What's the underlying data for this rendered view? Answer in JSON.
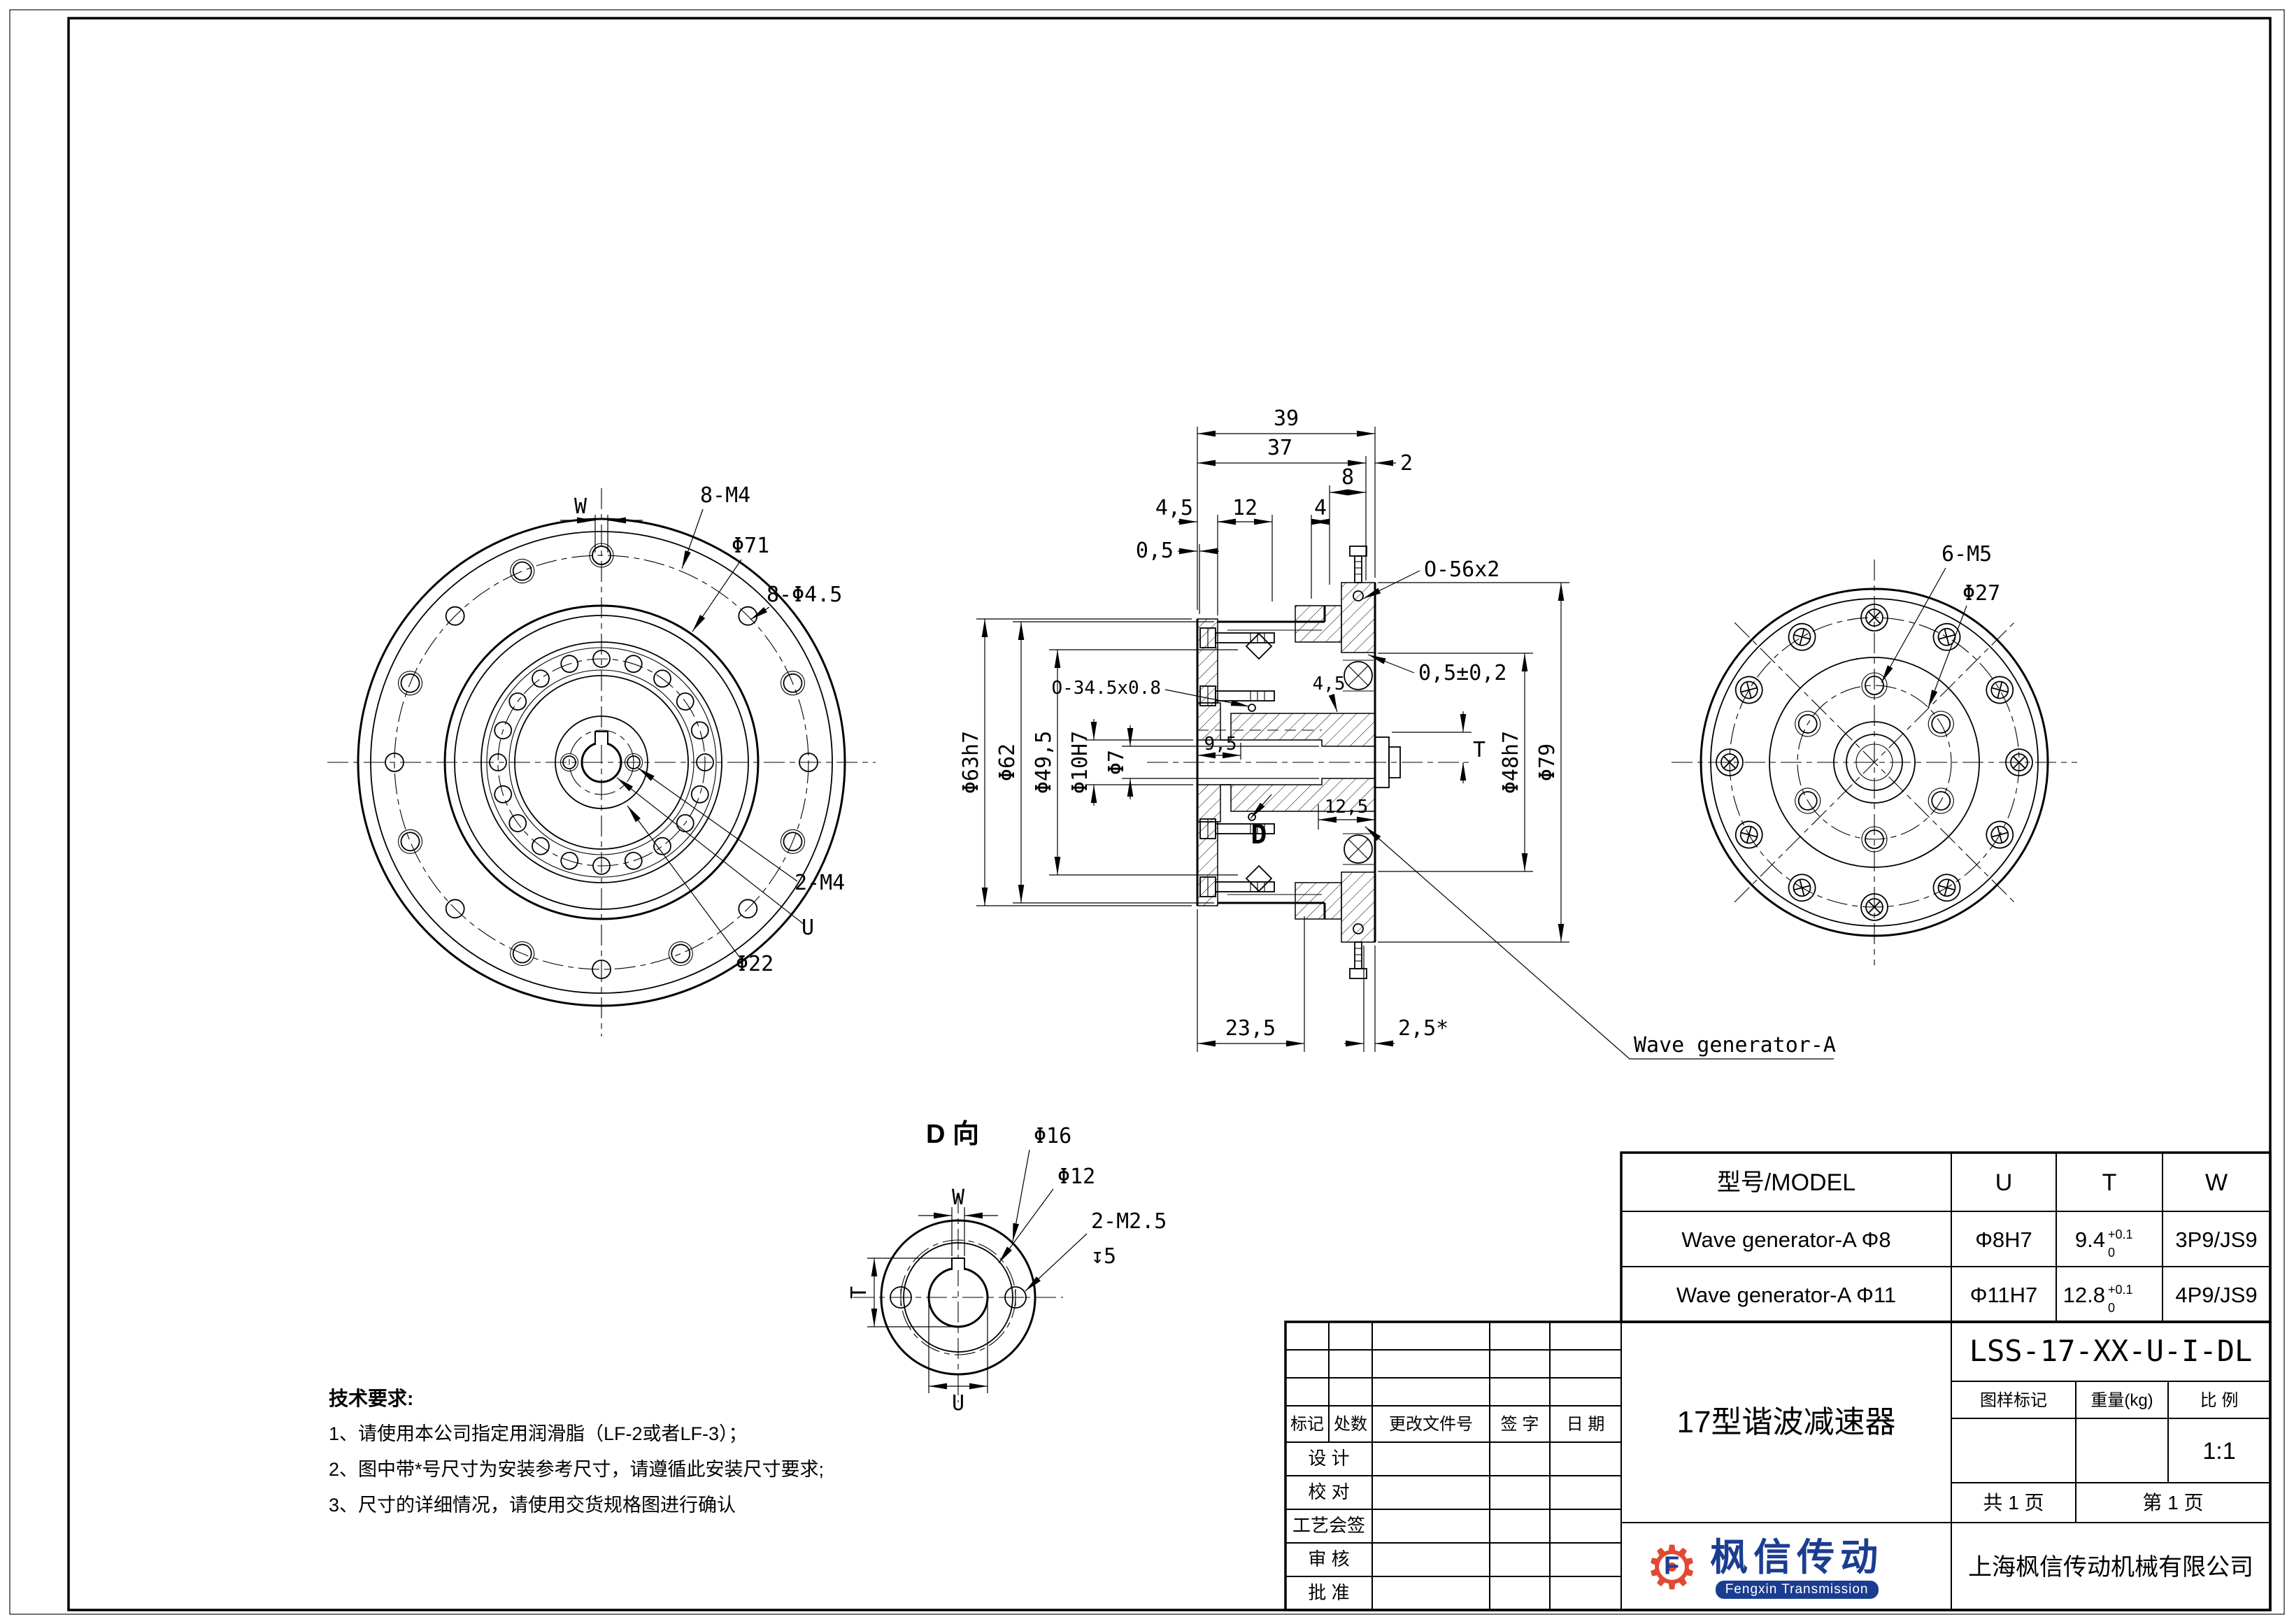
{
  "front": {
    "w": "W",
    "m4_8": "8-M4",
    "d71": "Φ71",
    "d45_8": "8-Φ4.5",
    "m4_2": "2-M4",
    "u": "U",
    "d22": "Φ22"
  },
  "section": {
    "d39": "39",
    "d37": "37",
    "d2": "2",
    "d8": "8",
    "d45": "4,5",
    "d12": "12",
    "d4": "4",
    "d05": "0,5",
    "oring_top": "O-56x2",
    "oring_mid": "O-34.5x0.8",
    "gap": "0,5±0,2",
    "d45_mid": "4,5",
    "d95": "9,5",
    "t": "T",
    "d_mark": "D",
    "d125": "12,5",
    "d63": "Φ63h7",
    "d62": "Φ62",
    "d495": "Φ49,5",
    "d10": "Φ10H7",
    "d7": "Φ7",
    "d48": "Φ48h7",
    "d79": "Φ79",
    "d235": "23,5",
    "d25": "2,5*",
    "wave_label": "Wave generator-A"
  },
  "right": {
    "m5_6": "6-M5",
    "d27": "Φ27"
  },
  "dview": {
    "title": "D 向",
    "w": "W",
    "d16": "Φ16",
    "d12": "Φ12",
    "m25": "2-M2.5",
    "depth": "↧5",
    "t": "T",
    "u": "U"
  },
  "tech": {
    "title": "技术要求:",
    "item1": "1、请使用本公司指定用润滑脂（LF-2或者LF-3）；",
    "item2": "2、图中带*号尺寸为安装参考尺寸，请遵循此安装尺寸要求;",
    "item3": "3、尺寸的详细情况，请使用交货规格图进行确认"
  },
  "table": {
    "h_model": "型号/MODEL",
    "h_u": "U",
    "h_t": "T",
    "h_w": "W",
    "r1_model": "Wave generator-A Φ8",
    "r1_u": "Φ8H7",
    "r1_t": "9.4",
    "r1_t_sup": "+0.1",
    "r1_t_sub": "0",
    "r1_w": "3P9/JS9",
    "r2_model": "Wave generator-A Φ11",
    "r2_u": "Φ11H7",
    "r2_t": "12.8",
    "r2_t_sup": "+0.1",
    "r2_t_sub": "0",
    "r2_w": "4P9/JS9"
  },
  "titleblock": {
    "drawing_no": "LSS-17-XX-U-I-DL",
    "product": "17型谐波减速器",
    "h_mark": "标记",
    "h_count": "处数",
    "h_doc": "更改文件号",
    "h_sign": "签 字",
    "h_date": "日 期",
    "row_design": "设 计",
    "row_check": "校 对",
    "row_process": "工艺会签",
    "row_audit": "审 核",
    "row_approve": "批 准",
    "mark_label": "图样标记",
    "weight_label": "重量(kg)",
    "scale_label": "比 例",
    "scale": "1:1",
    "pages_total": "共 1 页",
    "page_no": "第 1 页",
    "company": "上海枫信传动机械有限公司",
    "logo_cn": "枫信传动",
    "logo_en": "Fengxin Transmission"
  }
}
